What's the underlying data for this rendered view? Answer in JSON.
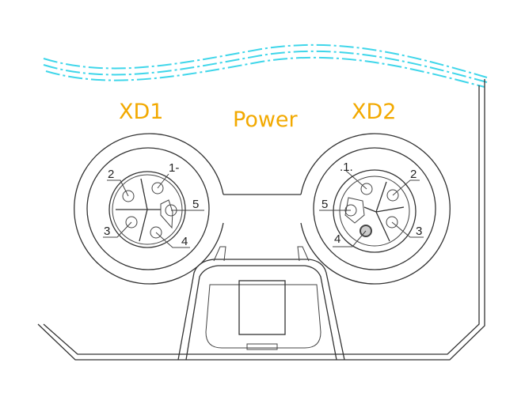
{
  "labels": {
    "xd1": "XD1",
    "power": "Power",
    "xd2": "XD2"
  },
  "xd1_pins": [
    "1-",
    "2",
    "3",
    "4",
    "5"
  ],
  "xd2_pins": [
    ".1.",
    "2",
    "3",
    "4",
    "5"
  ],
  "colors": {
    "label": "#f2a900",
    "cutline": "#3fd6ea",
    "line": "#333333"
  }
}
